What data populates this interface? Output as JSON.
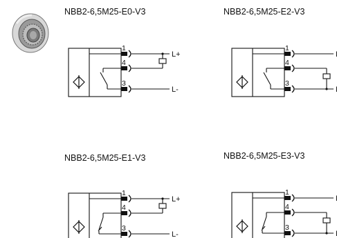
{
  "diagrams": [
    {
      "title": "NBB2-6,5M25-E0-V3",
      "pins": {
        "top": "1",
        "mid": "4",
        "bottom": "3"
      },
      "terminals": {
        "plus": "L+",
        "minus": "L-"
      },
      "load": "top",
      "switch": "open"
    },
    {
      "title": "NBB2-6,5M25-E2-V3",
      "pins": {
        "top": "1",
        "mid": "4",
        "bottom": "3"
      },
      "terminals": {
        "plus": "L+",
        "minus": "L-"
      },
      "load": "bottom",
      "switch": "open"
    },
    {
      "title": "NBB2-6,5M25-E1-V3",
      "pins": {
        "top": "1",
        "mid": "4",
        "bottom": "3"
      },
      "terminals": {
        "plus": "L+",
        "minus": "L-"
      },
      "load": "top",
      "switch": "closed"
    },
    {
      "title": "NBB2-6,5M25-E3-V3",
      "pins": {
        "top": "1",
        "mid": "4",
        "bottom": "3"
      },
      "terminals": {
        "plus": "L+",
        "minus": "L-"
      },
      "load": "bottom",
      "switch": "closed"
    }
  ]
}
